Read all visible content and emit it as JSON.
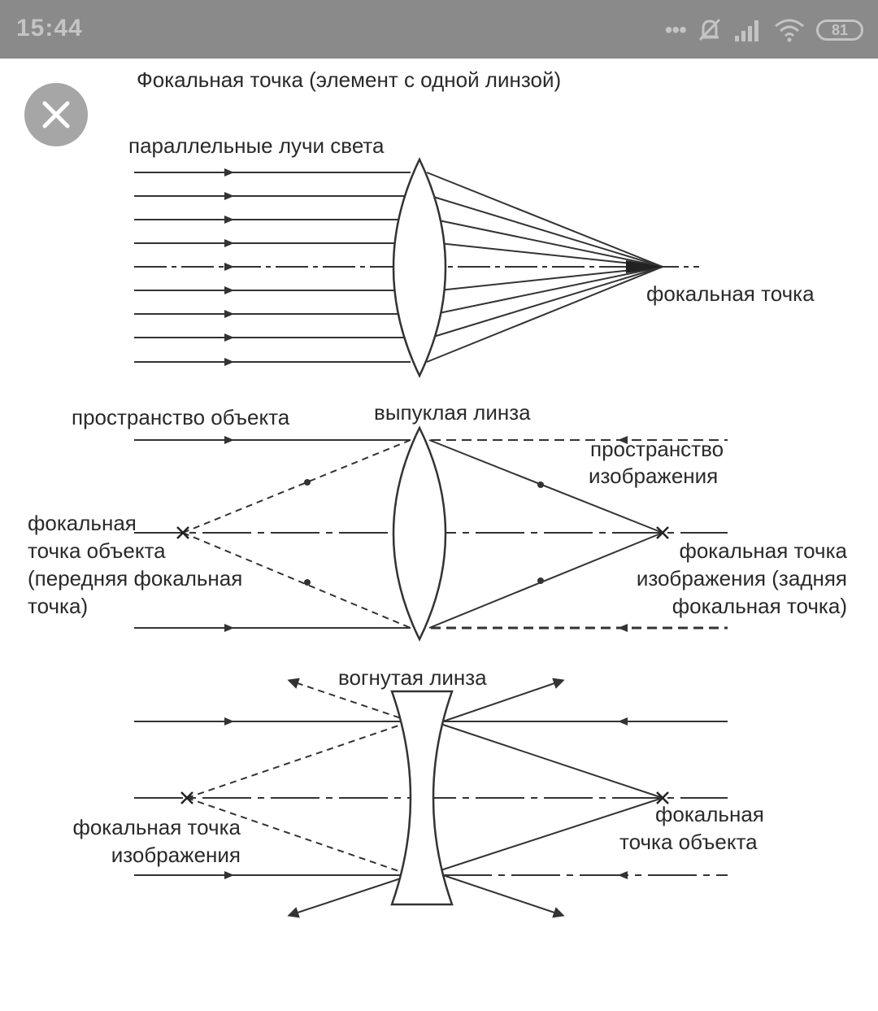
{
  "status_bar": {
    "time": "15:44",
    "battery": "81",
    "icons": [
      "more-dots-icon",
      "mute-bell-icon",
      "signal-icon",
      "wifi-icon",
      "battery-icon"
    ]
  },
  "viewer": {
    "close_icon": "close-icon"
  },
  "diagram": {
    "title": "Фокальная точка (элемент с одной линзой)",
    "section1": {
      "label_rays": "параллельные лучи света",
      "label_focal": "фокальная точка"
    },
    "section2": {
      "label_object_space": "пространство объекта",
      "label_convex_lens": "выпуклая линза",
      "label_image_space_1": "пространство",
      "label_image_space_2": "изображения",
      "label_front_1": "фокальная",
      "label_front_2": "точка объекта",
      "label_front_3": "(передняя фокальная",
      "label_front_4": "точка)",
      "label_back_1": "фокальная точка",
      "label_back_2": "изображения (задняя",
      "label_back_3": "фокальная точка)"
    },
    "section3": {
      "label_concave_lens": "вогнутая линза",
      "label_left_1": "фокальная точка",
      "label_left_2": "изображения",
      "label_right_1": "фокальная",
      "label_right_2": "точка объекта"
    }
  }
}
